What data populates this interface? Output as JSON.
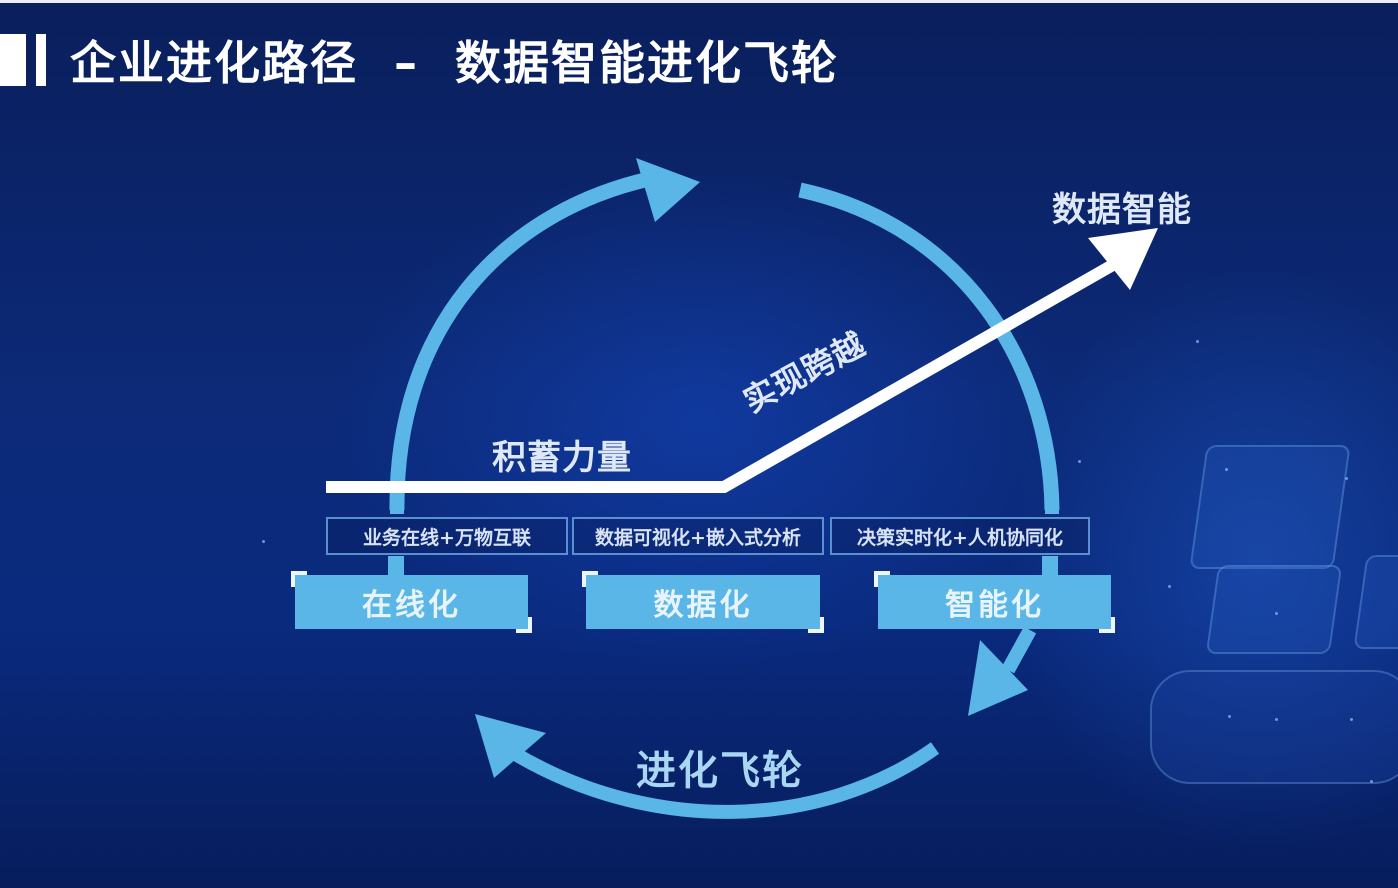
{
  "slide": {
    "title": "企业进化路径  –  数据智能进化飞轮"
  },
  "diagram": {
    "growth_line": {
      "phase1_label": "积蓄力量",
      "phase2_label": "实现跨越",
      "endpoint_label": "数据智能"
    },
    "cycle_label": "进化飞轮",
    "stages": [
      {
        "name": "在线化",
        "description": "业务在线+万物互联"
      },
      {
        "name": "数据化",
        "description": "数据可视化+嵌入式分析"
      },
      {
        "name": "智能化",
        "description": "决策实时化+人机协同化"
      }
    ],
    "colors": {
      "background": "#0b2670",
      "cycle_arrow": "#5ab6e6",
      "growth_line": "#ffffff",
      "stage_fill": "#5ab6e6",
      "desc_border": "#5a8fd0",
      "text": "#dfe8f7"
    }
  }
}
